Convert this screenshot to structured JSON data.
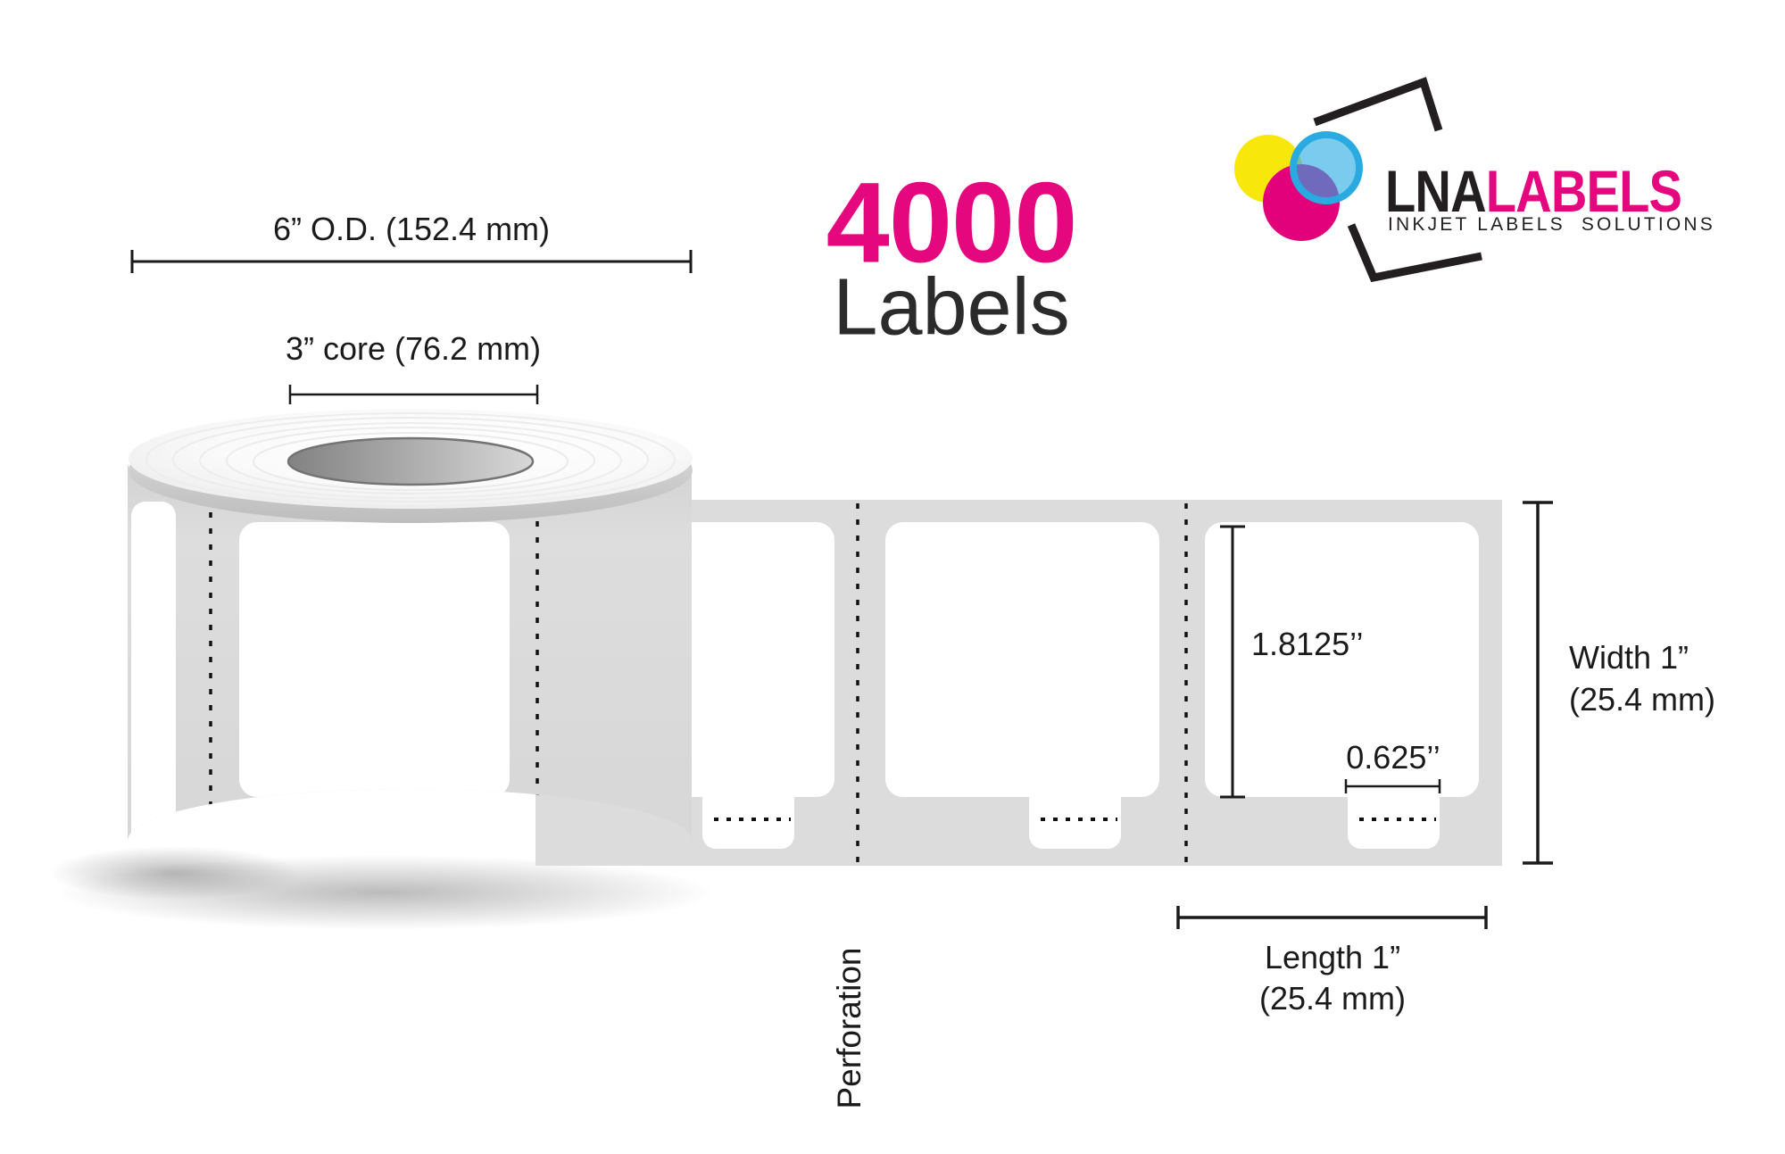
{
  "product": {
    "count": "4000",
    "unit": "Labels"
  },
  "logo": {
    "brand_black": "LNA",
    "brand_pink": "LABELS",
    "tagline": "INKJET LABELS  SOLUTIONS"
  },
  "annotations": {
    "outer_diameter": "6” O.D. (152.4 mm)",
    "core": "3” core (76.2 mm)",
    "label_height": "1.8125’’",
    "tab_width": "0.625’’",
    "width_line1": "Width 1”",
    "width_line2": "(25.4 mm)",
    "length_line1": "Length 1”",
    "length_line2": "(25.4 mm)",
    "perforation": "Perforation"
  },
  "colors": {
    "accent_pink": "#E5077E",
    "text_dark": "#1A1A1A",
    "liner_gray": "#DCDCDC",
    "label_white": "#FFFFFF",
    "logo_yellow": "#F7E70A",
    "logo_cyan": "#29ABE2",
    "logo_magenta": "#E2017B",
    "logo_black": "#231F20"
  }
}
